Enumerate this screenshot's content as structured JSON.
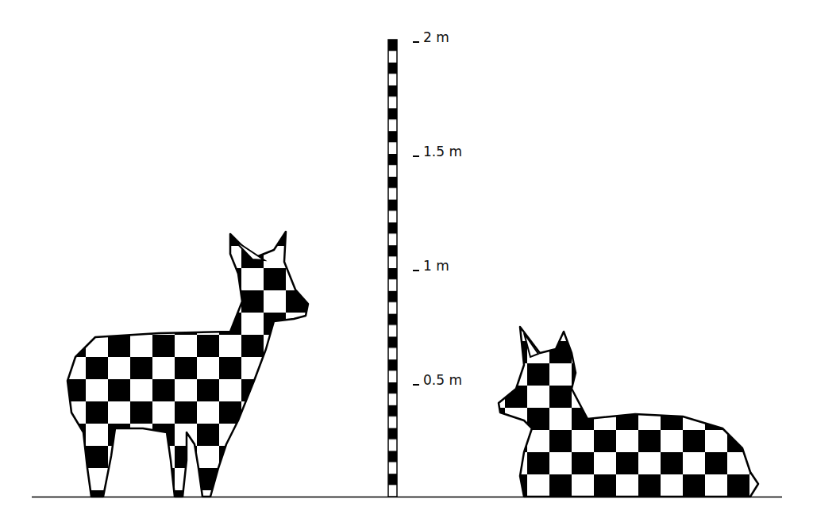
{
  "diagram": {
    "labels": [
      "2 m",
      "1.5 m",
      "1 m",
      "0.5 m"
    ]
  }
}
